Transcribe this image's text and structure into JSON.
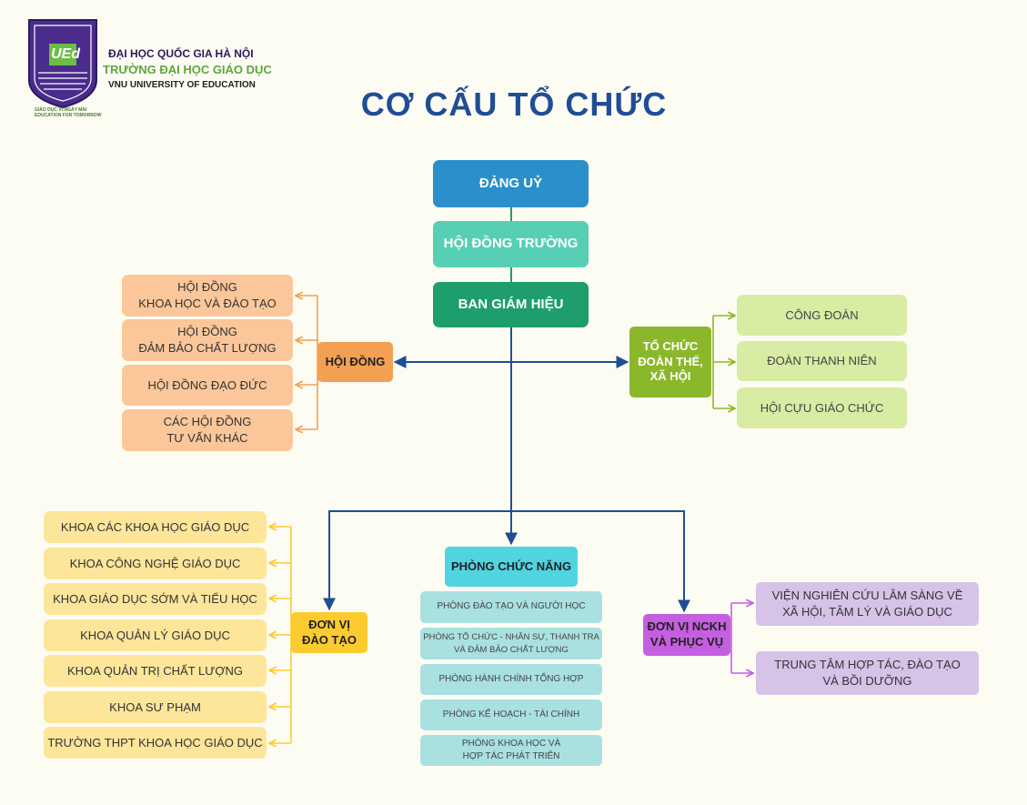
{
  "logo": {
    "monogram": "UEd",
    "line1": "ĐẠI HỌC QUỐC GIA HÀ NỘI",
    "line2": "TRƯỜNG ĐẠI HỌC GIÁO DỤC",
    "line3": "VNU UNIVERSITY OF EDUCATION",
    "tagline1": "GIÁO DỤC VÌ NGÀY MAI",
    "tagline2": "EDUCATION FOR TOMORROW"
  },
  "title": "CƠ CẤU TỔ CHỨC",
  "colors": {
    "title": "#1f4e96",
    "dang_uy": "#2a8fca",
    "hoi_dong_truong": "#56cfb4",
    "ban_giam_hieu": "#1e9e6c",
    "connector_main": "#1f4e96",
    "hoi_dong_hub": "#f4a053",
    "to_chuc_hub": "#8bb72b",
    "don_vi_dao_tao_hub": "#fbcb2f",
    "phong_chuc_nang_hub": "#4fd4e0",
    "nckh_hub": "#c45fe0"
  },
  "top_chain": {
    "dang_uy": "ĐẢNG UỶ",
    "hoi_dong_truong": "HỘI ĐỒNG TRƯỜNG",
    "ban_giam_hieu": "BAN GIÁM HIỆU"
  },
  "hoi_dong": {
    "label": "HỘI ĐỒNG",
    "items": [
      "HỘI ĐỒNG\nKHOA HỌC VÀ ĐÀO TẠO",
      "HỘI ĐỒNG\nĐẢM BẢO CHẤT LƯỢNG",
      "HỘI ĐỒNG ĐẠO ĐỨC",
      "CÁC HỘI ĐỒNG\nTƯ VẤN KHÁC"
    ]
  },
  "to_chuc": {
    "label": "TỔ CHỨC\nĐOÀN THỂ,\nXÃ HỘI",
    "items": [
      "CÔNG ĐOÀN",
      "ĐOÀN THANH NIÊN",
      "HỘI CỰU GIÁO CHỨC"
    ]
  },
  "don_vi_dao_tao": {
    "label": "ĐƠN VỊ\nĐÀO TẠO",
    "items": [
      "KHOA CÁC KHOA HỌC GIÁO DỤC",
      "KHOA CÔNG NGHỆ GIÁO DỤC",
      "KHOA GIÁO DỤC SỚM VÀ TIỂU HỌC",
      "KHOA QUẢN LÝ GIÁO DỤC",
      "KHOA QUẢN TRỊ CHẤT LƯỢNG",
      "KHOA SƯ PHẠM",
      "TRƯỜNG THPT KHOA HỌC GIÁO DỤC"
    ]
  },
  "phong_chuc_nang": {
    "label": "PHÒNG CHỨC NĂNG",
    "items": [
      "PHÒNG ĐÀO TẠO VÀ NGƯỜI HỌC",
      "PHÒNG TỔ CHỨC - NHÂN SỰ,  THANH TRA\nVÀ ĐẢM BẢO CHẤT LƯỢNG",
      "PHÒNG HÀNH CHÍNH TỔNG HỢP",
      "PHÒNG KẾ HOẠCH - TÀI CHÍNH",
      "PHÒNG KHOA HỌC VÀ\nHỢP TÁC PHÁT TRIỂN"
    ]
  },
  "nckh": {
    "label": "ĐƠN VỊ NCKH\nVÀ PHỤC VỤ",
    "items": [
      "VIỆN NGHIÊN CỨU LÂM SÀNG VỀ\nXÃ HỘI, TÂM LÝ VÀ GIÁO DỤC",
      "TRUNG TÂM HỢP TÁC, ĐÀO TẠO\nVÀ BỒI DƯỠNG"
    ]
  }
}
